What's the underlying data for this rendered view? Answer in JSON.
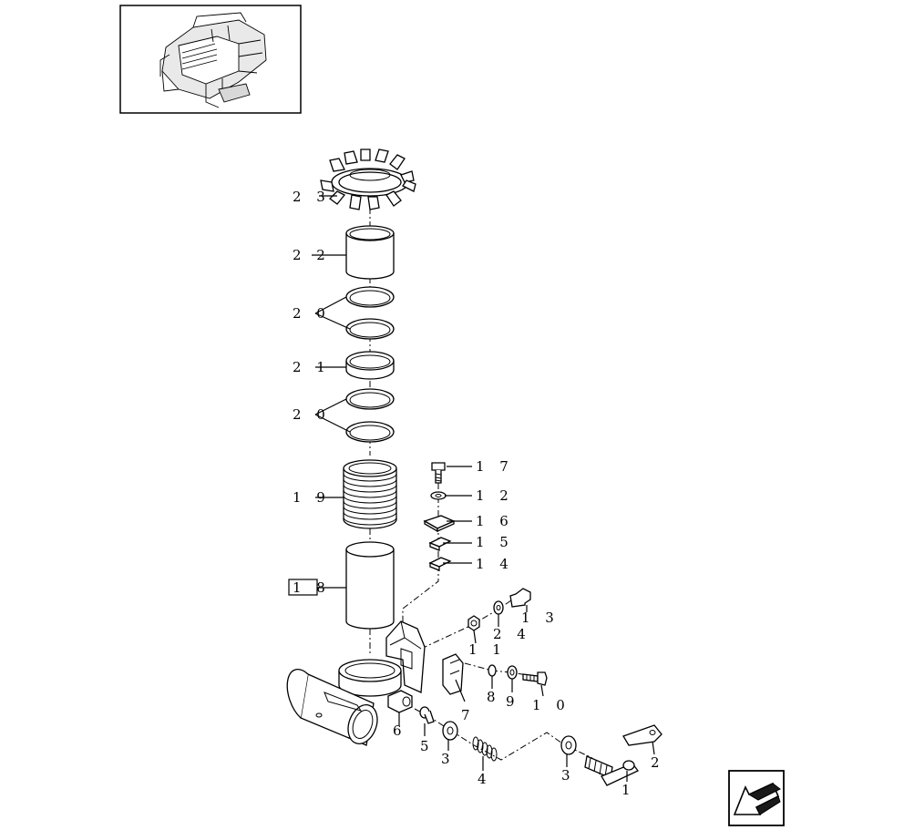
{
  "diagram": {
    "labels": {
      "p1": "1",
      "p2": "2",
      "p3a": "3",
      "p3b": "3",
      "p4": "4",
      "p5": "5",
      "p6": "6",
      "p7": "7",
      "p8": "8",
      "p9": "9",
      "p10": "1 0",
      "p11": "1 1",
      "p12": "1 2",
      "p13": "1 3",
      "p14": "1 4",
      "p15": "1 5",
      "p16": "1 6",
      "p17": "1 7",
      "p18": "1 8",
      "p19": "1 9",
      "p20a": "2 0",
      "p20b": "2 0",
      "p21": "2 1",
      "p22": "2 2",
      "p23": "2 3",
      "p24": "2 4"
    },
    "icons": {
      "thumbnail": "machine-thumbnail-icon",
      "nav": "back-arrow-icon"
    }
  }
}
